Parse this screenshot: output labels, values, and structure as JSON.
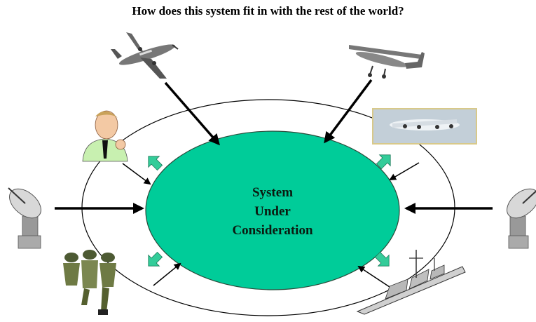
{
  "title": "How does this system fit in with the rest of the world?",
  "core": {
    "lines": [
      "System",
      "Under",
      "Consideration"
    ],
    "fill_color": "#00cc99"
  },
  "outer_ring_color": "#000000",
  "interaction_arrow_color": "#33cc99",
  "external_entities": [
    {
      "name": "turboprop-aircraft",
      "icon": "plane-icon"
    },
    {
      "name": "uav-drone",
      "icon": "drone-icon"
    },
    {
      "name": "operator-person",
      "icon": "person-icon"
    },
    {
      "name": "patrol-aircraft-photo",
      "icon": "aircraft-photo-icon"
    },
    {
      "name": "satellite-dish-left",
      "icon": "satellite-dish-icon"
    },
    {
      "name": "satellite-dish-right",
      "icon": "satellite-dish-icon"
    },
    {
      "name": "soldiers",
      "icon": "soldiers-icon"
    },
    {
      "name": "naval-ship",
      "icon": "ship-icon"
    }
  ]
}
